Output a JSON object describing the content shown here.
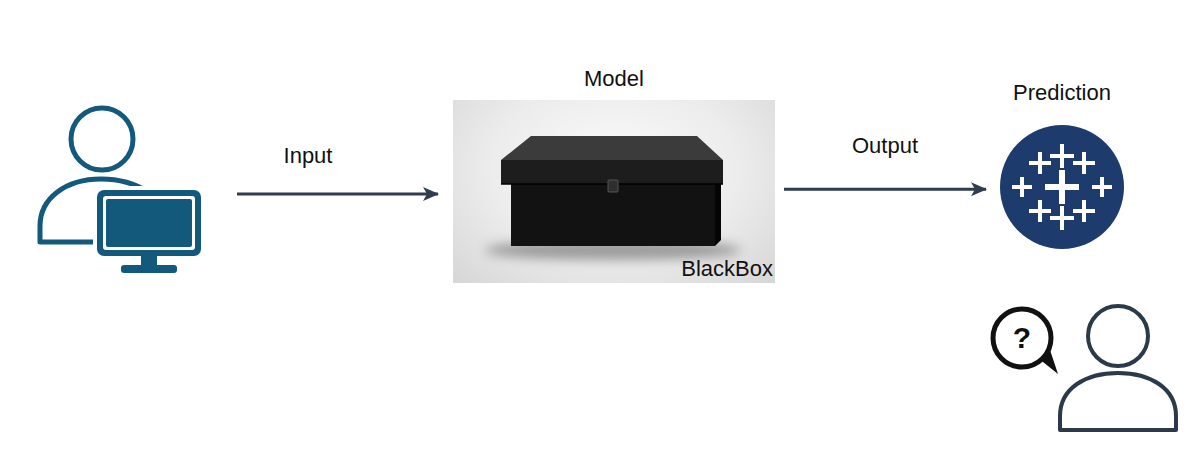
{
  "diagram": {
    "nodes": [
      {
        "text": [
          "Model",
          "BlackBox"
        ]
      },
      {
        "text": [
          "Prediction"
        ]
      }
    ],
    "edges": [
      {
        "from": 0,
        "to": 1,
        "label": "Output",
        "arrow": "to"
      }
    ],
    "labels": [
      "Input",
      "?"
    ]
  }
}
